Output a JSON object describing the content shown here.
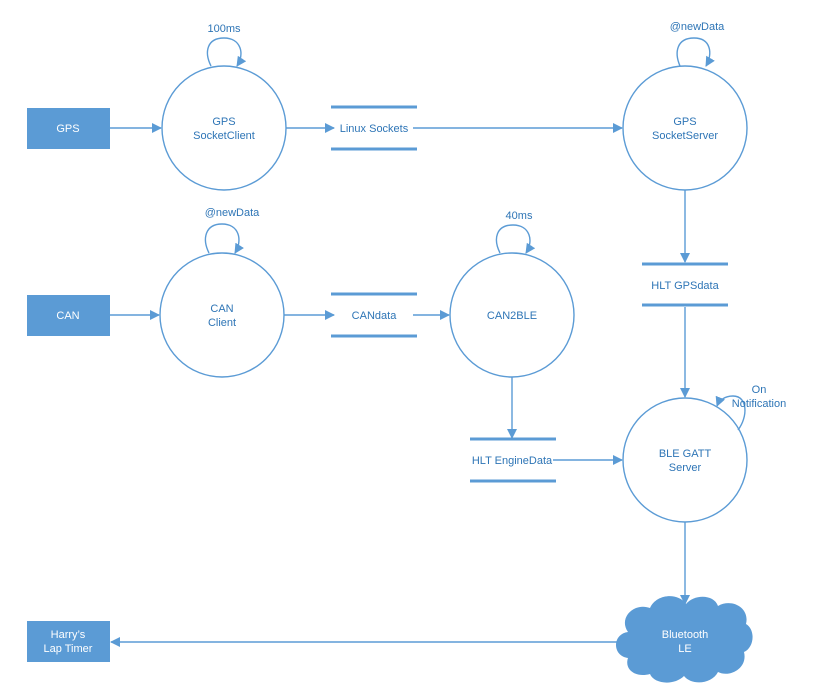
{
  "entities": {
    "gps": "GPS",
    "can": "CAN",
    "lap_timer_line1": "Harry’s",
    "lap_timer_line2": "Lap Timer"
  },
  "processes": {
    "gps_socket_client": {
      "line1": "GPS",
      "line2": "SocketClient",
      "loop_label": "100ms"
    },
    "gps_socket_server": {
      "line1": "GPS",
      "line2": "SocketServer",
      "loop_label": "@newData"
    },
    "can_client": {
      "line1": "CAN",
      "line2": "Client",
      "loop_label": "@newData"
    },
    "can2ble": {
      "line1": "CAN2BLE",
      "loop_label": "40ms"
    },
    "ble_gatt_server": {
      "line1": "BLE GATT",
      "line2": "Server",
      "loop_label_line1": "On",
      "loop_label_line2": "Notification"
    }
  },
  "data_stores": {
    "linux_sockets": "Linux Sockets",
    "candata": "CANdata",
    "hlt_gpsdata": "HLT GPSdata",
    "hlt_enginedata": "HLT EngineData"
  },
  "cloud": {
    "line1": "Bluetooth",
    "line2": "LE"
  },
  "colors": {
    "accent": "#5b9bd5",
    "text": "#2e75b6",
    "box_text": "#ffffff"
  }
}
